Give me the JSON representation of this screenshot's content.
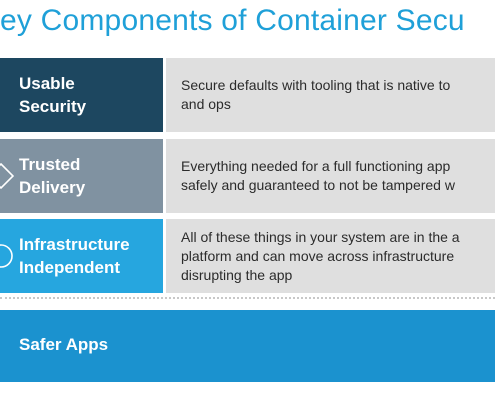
{
  "title": "ey Components of Container Secu",
  "rows": [
    {
      "label": "Usable\nSecurity",
      "description": "Secure defaults with tooling that is native to\nand ops",
      "icon": "none"
    },
    {
      "label": "Trusted\nDelivery",
      "description": "Everything needed for a full functioning app\nsafely and guaranteed to not be tampered w",
      "icon": "outline-diamond-icon"
    },
    {
      "label": "Infrastructure\nIndependent",
      "description": "All of these things in your system are in the a\nplatform and can move across infrastructure\ndisrupting the app",
      "icon": "outline-circle-icon"
    }
  ],
  "bottom": {
    "label": "Safer Apps"
  },
  "colors": {
    "title": "#1fa0d8",
    "usable_security_bg": "#1d4760",
    "trusted_delivery_bg": "#8092a1",
    "infrastructure_bg": "#26a6df",
    "description_bg": "#dfdfdf",
    "safer_apps_bg": "#1b92cf"
  }
}
